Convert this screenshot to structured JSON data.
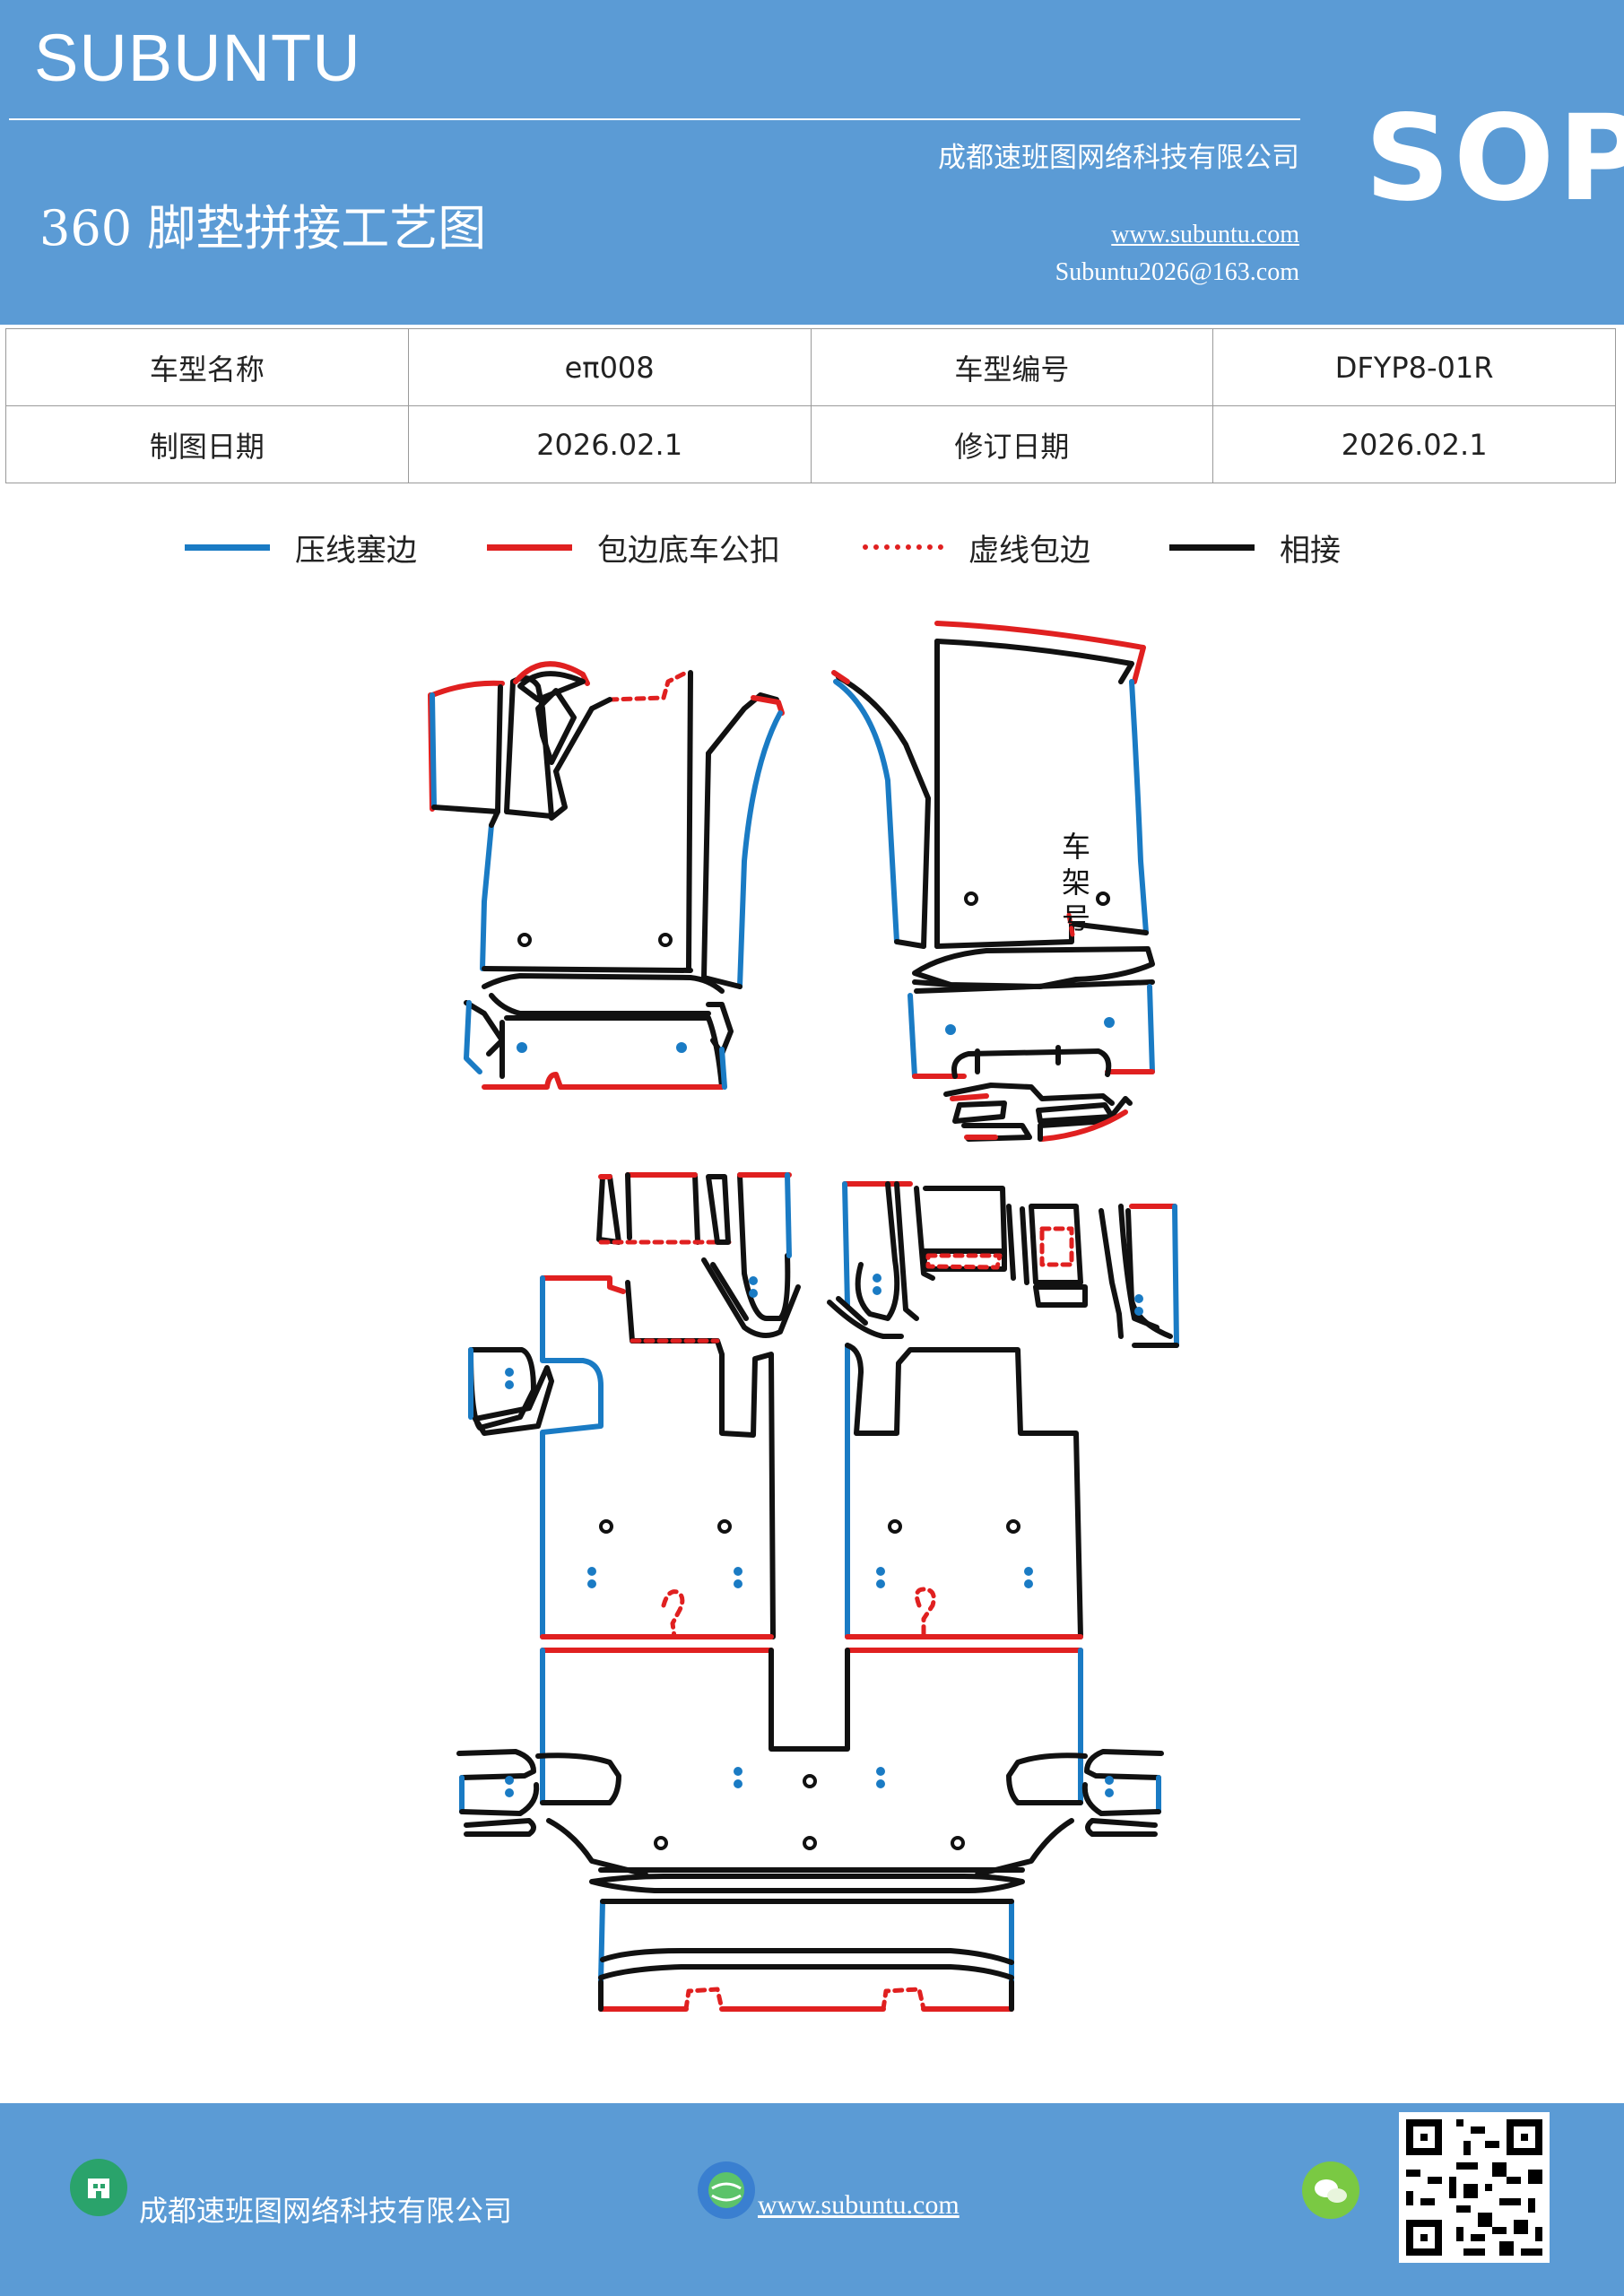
{
  "header": {
    "brand": "SUBUNTU",
    "title": "360 脚垫拼接工艺图",
    "company": "成都速班图网络科技有限公司",
    "website": "www.subuntu.com",
    "email": "Subuntu2026@163.com",
    "badge": "SOP"
  },
  "info": {
    "rows": [
      [
        "车型名称",
        "eπ008",
        "车型编号",
        "DFYP8-01R"
      ],
      [
        "制图日期",
        "2026.02.1",
        "修订日期",
        "2026.02.1"
      ]
    ]
  },
  "legend": [
    {
      "label": "压线塞边",
      "color": "#1a7bc4",
      "style": "solid"
    },
    {
      "label": "包边底车公扣",
      "color": "#e02020",
      "style": "solid"
    },
    {
      "label": "虚线包边",
      "color": "#e02020",
      "style": "dotted"
    },
    {
      "label": "相接",
      "color": "#111111",
      "style": "solid"
    }
  ],
  "diagram": {
    "frame_text": [
      "车",
      "架",
      "号"
    ]
  },
  "footer": {
    "company": "成都速班图网络科技有限公司",
    "website": "www.subuntu.com"
  },
  "colors": {
    "header_bg": "#5b9bd5",
    "press_line": "#1a7bc4",
    "wrap_line": "#e02020",
    "join_line": "#111111"
  }
}
